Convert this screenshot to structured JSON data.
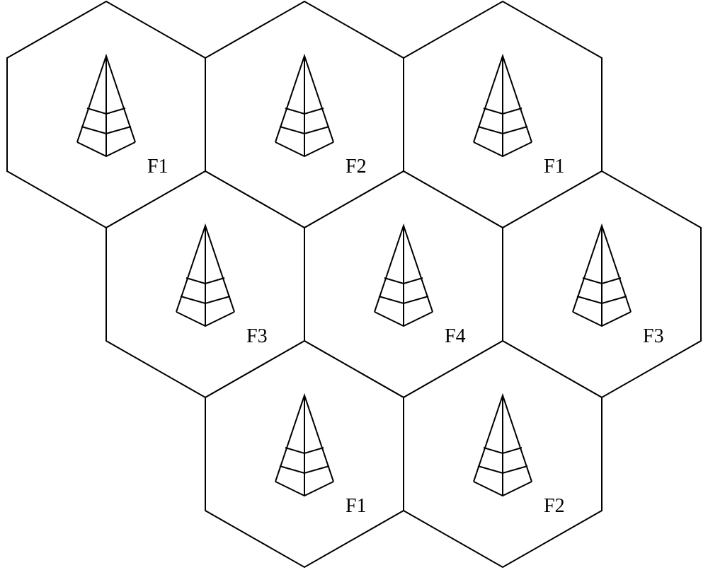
{
  "cells": [
    {
      "label": "F1"
    },
    {
      "label": "F2"
    },
    {
      "label": "F1"
    },
    {
      "label": "F3"
    },
    {
      "label": "F4"
    },
    {
      "label": "F3"
    },
    {
      "label": "F1"
    },
    {
      "label": "F2"
    }
  ],
  "colors": {
    "stroke": "#000000",
    "background": "#ffffff"
  },
  "icons": {
    "tower": "cell-tower-icon"
  }
}
